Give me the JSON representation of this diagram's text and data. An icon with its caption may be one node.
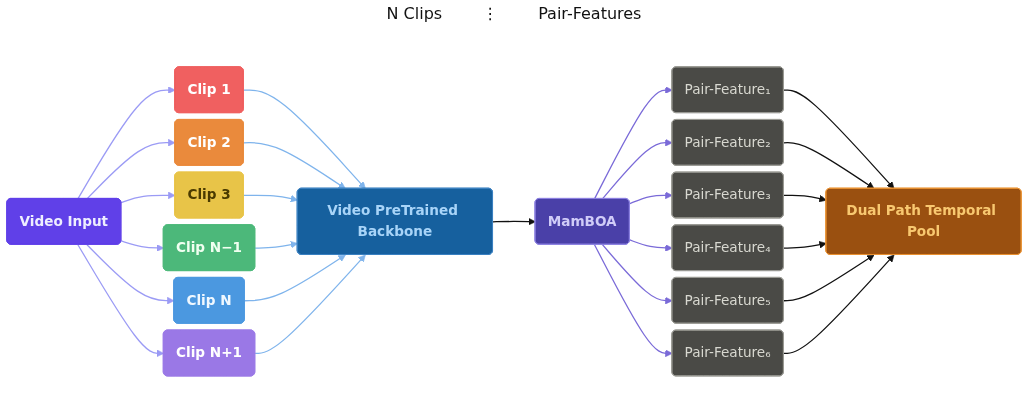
{
  "diagram": {
    "nodes": [
      {
        "text": [
          "Video Input"
        ]
      },
      {
        "text": [
          "Clip 1"
        ]
      },
      {
        "text": [
          "Clip 2"
        ]
      },
      {
        "text": [
          "Clip 3"
        ]
      },
      {
        "text": [
          "Clip N−1"
        ]
      },
      {
        "text": [
          "Clip N"
        ]
      },
      {
        "text": [
          "Clip N+1"
        ]
      },
      {
        "text": [
          "Video PreTrained Backbone"
        ]
      },
      {
        "text": [
          "MamBOA"
        ]
      },
      {
        "text": [
          "Pair-Feature₁"
        ]
      },
      {
        "text": [
          "Pair-Feature₂"
        ]
      },
      {
        "text": [
          "Pair-Feature₃"
        ]
      },
      {
        "text": [
          "Pair-Feature₄"
        ]
      },
      {
        "text": [
          "Pair-Feature₅"
        ]
      },
      {
        "text": [
          "Pair-Feature₆"
        ]
      },
      {
        "text": [
          "Dual Path Temporal Pool"
        ]
      }
    ],
    "edges": [
      {
        "from": 0,
        "to": 1,
        "arrow": "to",
        "color": "#9b9bf5"
      },
      {
        "from": 0,
        "to": 2,
        "arrow": "to",
        "color": "#9b9bf5"
      },
      {
        "from": 0,
        "to": 3,
        "arrow": "to",
        "color": "#9b9bf5"
      },
      {
        "from": 0,
        "to": 4,
        "arrow": "to",
        "color": "#9b9bf5"
      },
      {
        "from": 0,
        "to": 5,
        "arrow": "to",
        "color": "#9b9bf5"
      },
      {
        "from": 0,
        "to": 6,
        "arrow": "to",
        "color": "#9b9bf5"
      },
      {
        "from": 1,
        "to": 7,
        "arrow": "to",
        "color": "#7fb4ec"
      },
      {
        "from": 2,
        "to": 7,
        "arrow": "to",
        "color": "#7fb4ec"
      },
      {
        "from": 3,
        "to": 7,
        "arrow": "to",
        "color": "#7fb4ec"
      },
      {
        "from": 4,
        "to": 7,
        "arrow": "to",
        "color": "#7fb4ec"
      },
      {
        "from": 5,
        "to": 7,
        "arrow": "to",
        "color": "#7fb4ec"
      },
      {
        "from": 6,
        "to": 7,
        "arrow": "to",
        "color": "#7fb4ec"
      },
      {
        "from": 7,
        "to": 8,
        "arrow": "to"
      },
      {
        "from": 8,
        "to": 9,
        "arrow": "to",
        "color": "#7a6ad8"
      },
      {
        "from": 8,
        "to": 10,
        "arrow": "to",
        "color": "#7a6ad8"
      },
      {
        "from": 8,
        "to": 11,
        "arrow": "to",
        "color": "#7a6ad8"
      },
      {
        "from": 8,
        "to": 12,
        "arrow": "to",
        "color": "#7a6ad8"
      },
      {
        "from": 8,
        "to": 13,
        "arrow": "to",
        "color": "#7a6ad8"
      },
      {
        "from": 8,
        "to": 14,
        "arrow": "to",
        "color": "#7a6ad8"
      },
      {
        "from": 9,
        "to": 15,
        "arrow": "to"
      },
      {
        "from": 10,
        "to": 15,
        "arrow": "to"
      },
      {
        "from": 11,
        "to": 15,
        "arrow": "to"
      },
      {
        "from": 12,
        "to": 15,
        "arrow": "to"
      },
      {
        "from": 13,
        "to": 15,
        "arrow": "to"
      },
      {
        "from": 14,
        "to": 15,
        "arrow": "to"
      }
    ],
    "labels": [
      "N Clips",
      "⋮",
      "Pair-Features"
    ]
  }
}
